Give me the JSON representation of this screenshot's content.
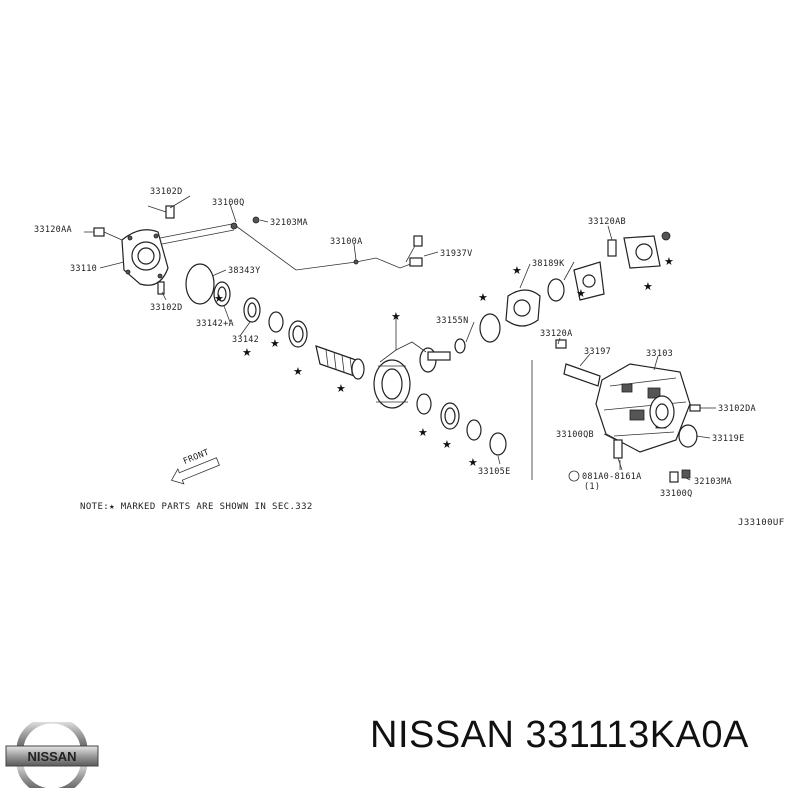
{
  "diagram": {
    "labels": {
      "p33102D_top": "33102D",
      "p33100Q_top": "33100Q",
      "p32103MA_top": "32103MA",
      "p33120AA": "33120AA",
      "p33110": "33110",
      "p38343Y": "38343Y",
      "p33102D_bot": "33102D",
      "p33100A": "33100A",
      "p31937V": "31937V",
      "p33142A": "33142+A",
      "p33142": "33142",
      "p33155N": "33155N",
      "p38189K": "38189K",
      "p33120AB": "33120AB",
      "p33120A": "33120A",
      "p33197": "33197",
      "p33103": "33103",
      "p33102DA": "33102DA",
      "p33100QB": "33100QB",
      "p33119E": "33119E",
      "p33105E": "33105E",
      "p081A0": "081A0-8161A",
      "p081A0_qty": "(1)",
      "p32103MA_bot": "32103MA",
      "p33100Q_bot": "33100Q",
      "front": "FRONT",
      "note": "NOTE:★ MARKED PARTS ARE SHOWN IN SEC.332",
      "ref": "J33100UF"
    }
  },
  "footer": {
    "logo_text": "NISSAN",
    "caption": "NISSAN 331113KA0A"
  }
}
